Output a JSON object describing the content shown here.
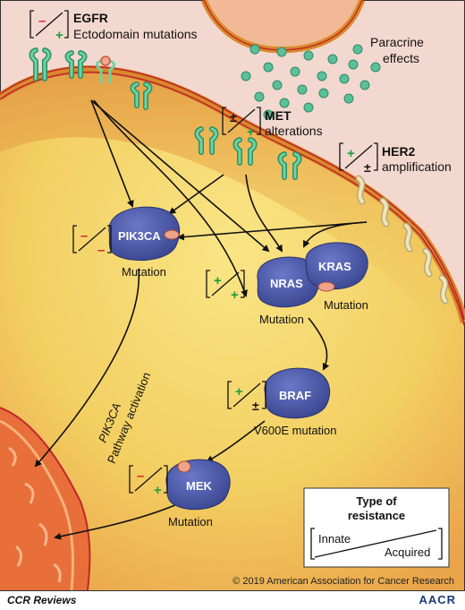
{
  "receptors": {
    "egfr": {
      "name": "EGFR",
      "desc": "Ectodomain mutations",
      "sign_top": "–",
      "sign_bottom": "+"
    },
    "met": {
      "name": "MET",
      "desc": "alterations",
      "sign_top": "±",
      "sign_bottom": "+"
    },
    "her2": {
      "name": "HER2",
      "desc": "amplification",
      "sign_top": "+",
      "sign_bottom": "±"
    }
  },
  "paracrine": {
    "line1": "Paracrine",
    "line2": "effects"
  },
  "nodes": {
    "pik3ca": {
      "name": "PIK3CA",
      "caption": "Mutation",
      "sign_top": "–",
      "sign_bottom": "–"
    },
    "nras": {
      "name": "NRAS",
      "caption": "Mutation",
      "sign_top": "+",
      "sign_bottom": "+"
    },
    "kras": {
      "name": "KRAS",
      "caption": "Mutation"
    },
    "braf": {
      "name": "BRAF",
      "caption": "V600E mutation",
      "sign_top": "+",
      "sign_bottom": "±"
    },
    "mek": {
      "name": "MEK",
      "caption": "Mutation",
      "sign_top": "–",
      "sign_bottom": "+"
    }
  },
  "pathway_label": {
    "line1": "PIK3CA",
    "line2": "Pathway activation"
  },
  "legend": {
    "title_line1": "Type of",
    "title_line2": "resistance",
    "innate": "Innate",
    "acquired": "Acquired"
  },
  "copyright": "© 2019 American Association for Cancer Research",
  "footer": {
    "left": "CCR Reviews",
    "right": "AACR"
  },
  "colors": {
    "membrane": "#d4892c",
    "cell_interior": "#f6dc76",
    "extracellular": "#f3d8cf",
    "protein": "#4854a8",
    "egfr_receptor": "#5cc093",
    "her2_receptor": "#e8deaa",
    "minus_sign": "#d42b2b",
    "plus_sign": "#1d9e3f"
  }
}
